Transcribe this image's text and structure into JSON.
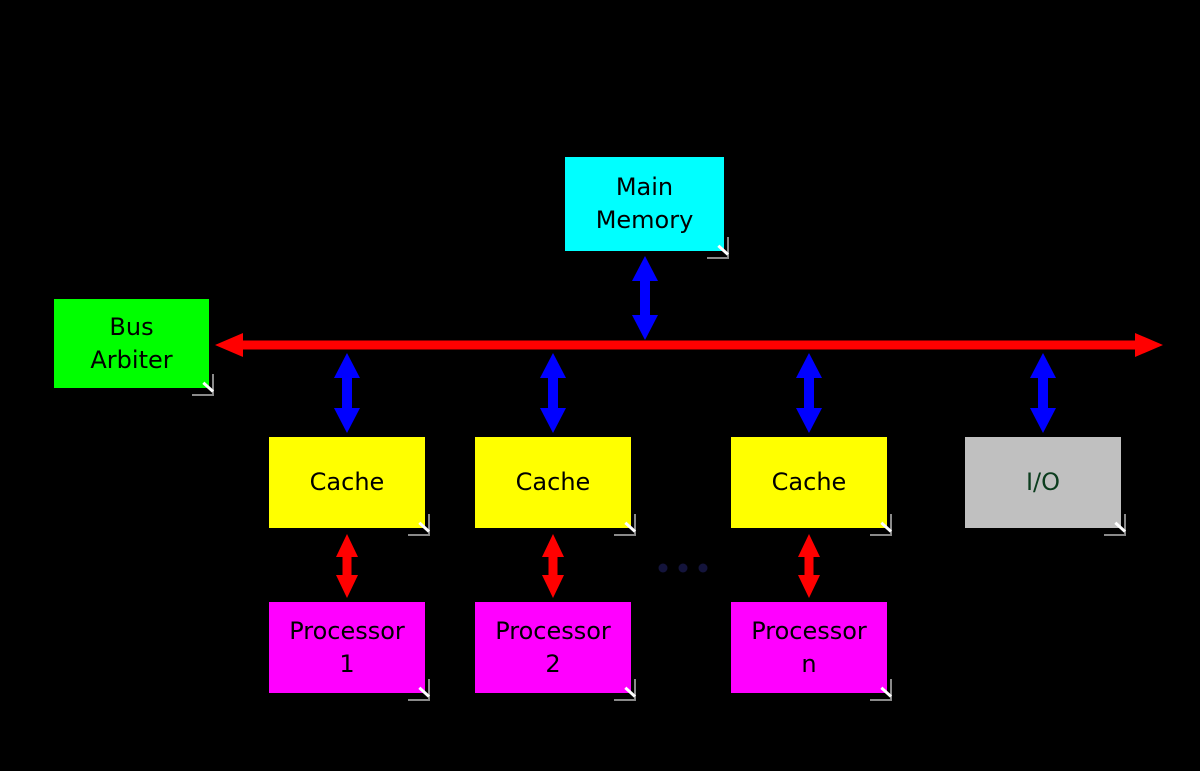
{
  "diagram_type": "shared-bus multiprocessor block diagram",
  "colors": {
    "background": "#000000",
    "bus_red": "#ff0000",
    "arrow_blue": "#0000ff",
    "arrow_red": "#ff0000",
    "main_memory_fill": "#00ffff",
    "bus_arbiter_fill": "#00ff00",
    "cache_fill": "#ffff00",
    "io_fill": "#c0c0c0",
    "processor_fill": "#ff00ff",
    "box_text": "#000000",
    "io_text": "#0c3d1e",
    "ellipsis_dots": "#14143c"
  },
  "nodes": {
    "main_memory": {
      "line1": "Main",
      "line2": "Memory"
    },
    "bus_arbiter": {
      "line1": "Bus",
      "line2": "Arbiter"
    },
    "cache_1": {
      "line1": "Cache"
    },
    "cache_2": {
      "line1": "Cache"
    },
    "cache_3": {
      "line1": "Cache"
    },
    "io": {
      "line1": "I/O"
    },
    "processor_1": {
      "line1": "Processor",
      "line2": "1"
    },
    "processor_2": {
      "line1": "Processor",
      "line2": "2"
    },
    "processor_n": {
      "line1": "Processor",
      "line2": "n"
    }
  },
  "connectors": [
    {
      "id": "system-bus",
      "style": "double-headed arrow",
      "orientation": "horizontal",
      "color": "#ff0000",
      "connects": [
        "bus_arbiter",
        "open right end"
      ]
    },
    {
      "id": "memory-bus-link",
      "style": "double-headed arrow",
      "orientation": "vertical",
      "color": "#0000ff",
      "connects": [
        "main_memory",
        "system-bus"
      ]
    },
    {
      "id": "cache1-bus-link",
      "style": "double-headed arrow",
      "orientation": "vertical",
      "color": "#0000ff",
      "connects": [
        "cache_1",
        "system-bus"
      ]
    },
    {
      "id": "cache2-bus-link",
      "style": "double-headed arrow",
      "orientation": "vertical",
      "color": "#0000ff",
      "connects": [
        "cache_2",
        "system-bus"
      ]
    },
    {
      "id": "cache3-bus-link",
      "style": "double-headed arrow",
      "orientation": "vertical",
      "color": "#0000ff",
      "connects": [
        "cache_3",
        "system-bus"
      ]
    },
    {
      "id": "io-bus-link",
      "style": "double-headed arrow",
      "orientation": "vertical",
      "color": "#0000ff",
      "connects": [
        "io",
        "system-bus"
      ]
    },
    {
      "id": "proc1-cache1-link",
      "style": "double-headed arrow",
      "orientation": "vertical",
      "color": "#ff0000",
      "connects": [
        "processor_1",
        "cache_1"
      ]
    },
    {
      "id": "proc2-cache2-link",
      "style": "double-headed arrow",
      "orientation": "vertical",
      "color": "#ff0000",
      "connects": [
        "processor_2",
        "cache_2"
      ]
    },
    {
      "id": "procn-cache3-link",
      "style": "double-headed arrow",
      "orientation": "vertical",
      "color": "#ff0000",
      "connects": [
        "processor_n",
        "cache_3"
      ]
    }
  ],
  "ellipsis": {
    "count": 3,
    "location": "between processor_2 and processor_n columns"
  }
}
